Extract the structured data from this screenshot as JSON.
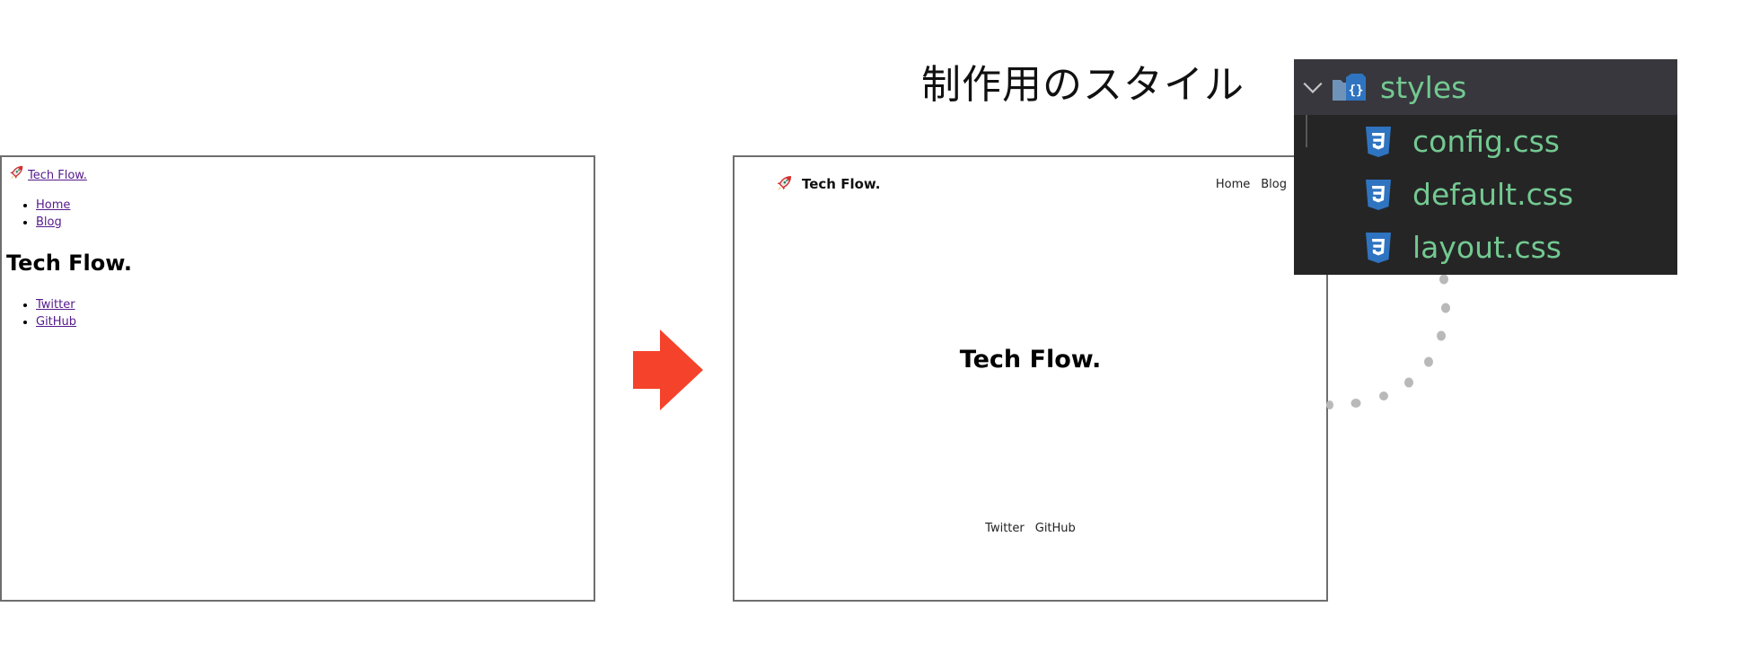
{
  "caption": "制作用のスタイル",
  "before_panel": {
    "logo_text": " Tech Flow.",
    "nav": [
      "Home",
      "Blog"
    ],
    "heading": "Tech Flow.",
    "social": [
      "Twitter",
      "GitHub"
    ]
  },
  "after_panel": {
    "logo_text": "Tech Flow.",
    "nav": [
      "Home",
      "Blog"
    ],
    "heading": "Tech Flow.",
    "social": [
      "Twitter",
      "GitHub"
    ]
  },
  "explorer": {
    "folder": {
      "name": "styles",
      "expanded": true,
      "icon": "folder-styles-icon"
    },
    "files": [
      {
        "name": "config.css",
        "icon": "css3-icon"
      },
      {
        "name": "default.css",
        "icon": "css3-icon"
      },
      {
        "name": "layout.css",
        "icon": "css3-icon"
      }
    ]
  },
  "colors": {
    "arrow": "#f4432a",
    "panel_border": "#6e6e6e",
    "visited_link": "#551a8b",
    "explorer_bg": "#252526",
    "explorer_selected_bg": "#37373d",
    "file_text": "#73c991",
    "css_icon": "#2f74c0",
    "connector_dots": "#b9b9b9"
  },
  "icons": {
    "logo": "rocket-icon",
    "arrow": "right-arrow-icon",
    "chevron": "chevron-down-icon"
  }
}
